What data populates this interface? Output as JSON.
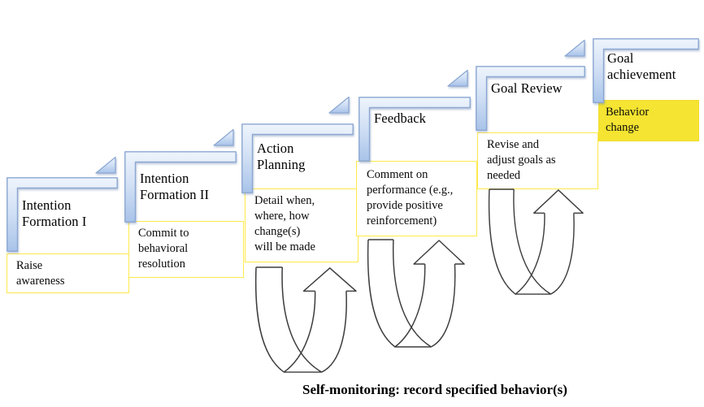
{
  "diagram": {
    "caption": "Self-monitoring: record specified behavior(s)",
    "steps": [
      {
        "title": "Intention\nFormation I",
        "description": "Raise\nawareness",
        "highlighted": false
      },
      {
        "title": "Intention\nFormation II",
        "description": "Commit to\nbehavioral\nresolution",
        "highlighted": false
      },
      {
        "title": "Action\nPlanning",
        "description": "Detail when,\nwhere, how\nchange(s)\nwill be made",
        "highlighted": false
      },
      {
        "title": "Feedback",
        "description": "Comment on\nperformance (e.g.,\nprovide positive\nreinforcement)",
        "highlighted": false
      },
      {
        "title": "Goal Review",
        "description": "Revise and\nadjust goals as\nneeded",
        "highlighted": false
      },
      {
        "title": "Goal\nachievement",
        "description": "Behavior\nchange",
        "highlighted": true
      }
    ],
    "colors": {
      "step_fill_light": "#edf3fc",
      "step_fill_dark": "#a8c3e9",
      "step_border": "#8ba7d2",
      "box_border": "#ffe94d",
      "highlight_fill": "#f5e431",
      "arrow_outline": "#3d3d3d",
      "text": "#000000"
    }
  }
}
